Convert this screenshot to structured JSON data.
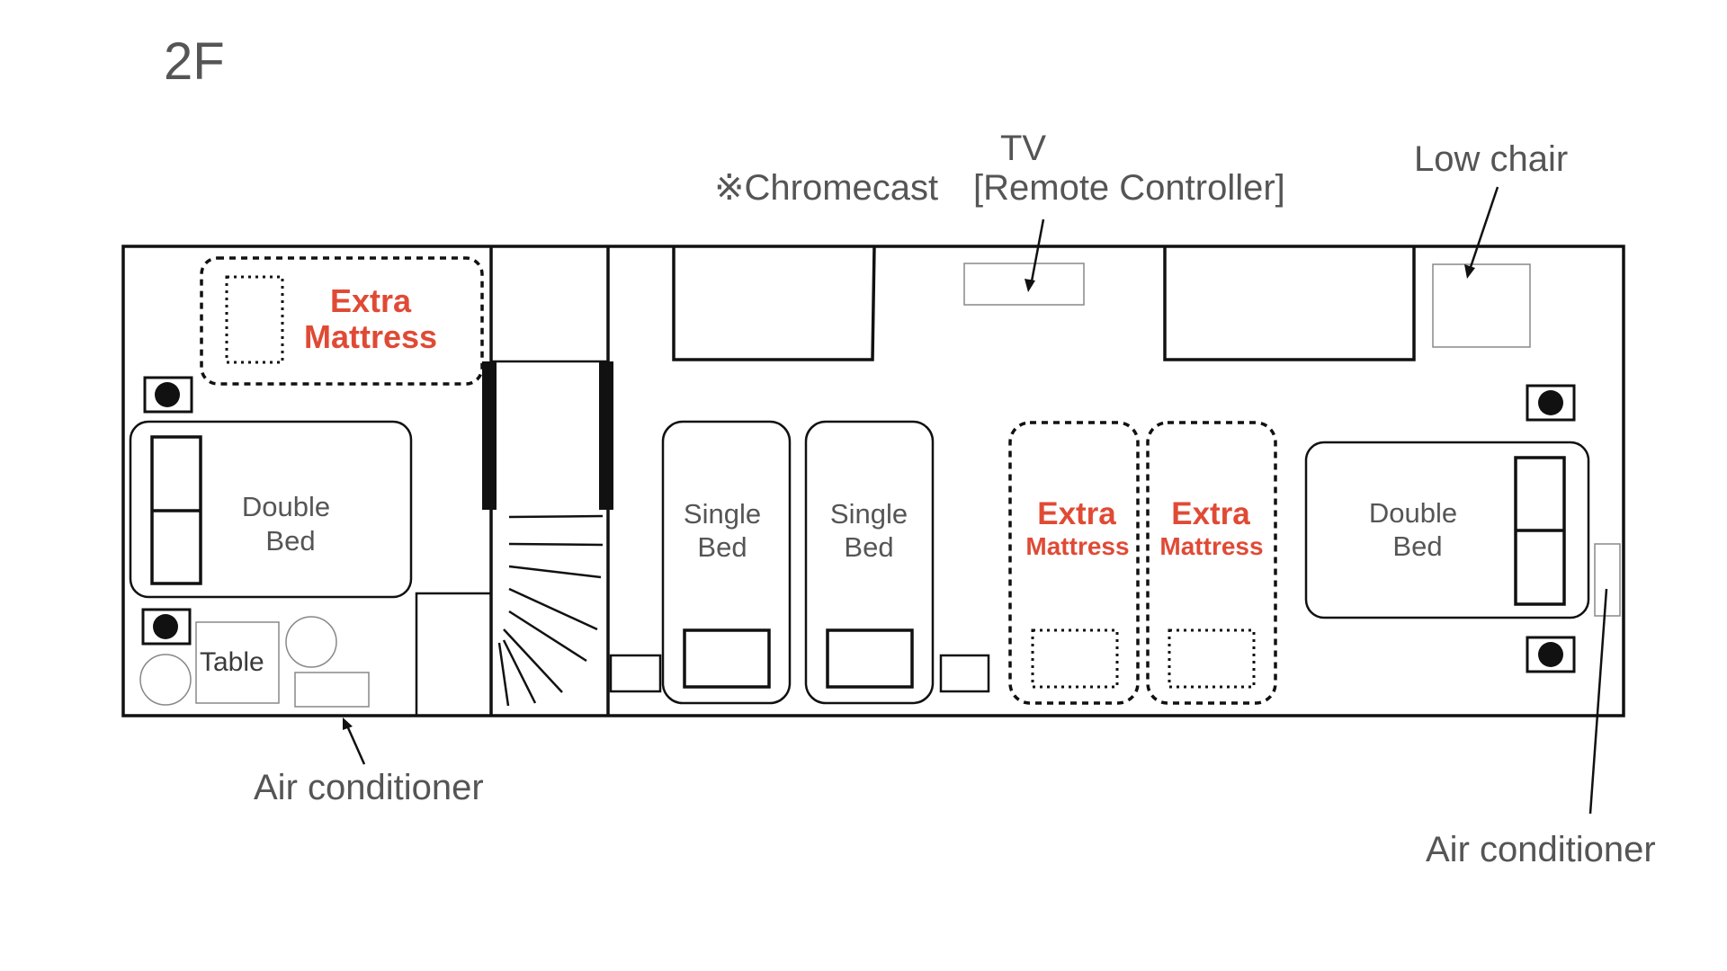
{
  "floor": {
    "title": "2F"
  },
  "callouts": {
    "tv_label": "TV",
    "chromecast": "※Chromecast",
    "remote": "[Remote Controller]",
    "low_chair": "Low chair",
    "air_conditioner_left": "Air conditioner",
    "air_conditioner_right": "Air conditioner"
  },
  "furniture": {
    "double_bed_left": [
      "Double",
      "Bed"
    ],
    "double_bed_right": [
      "Double",
      "Bed"
    ],
    "single_bed_1": [
      "Single",
      "Bed"
    ],
    "single_bed_2": [
      "Single",
      "Bed"
    ],
    "table": "Table"
  },
  "extra_mattress": {
    "top_left": [
      "Extra",
      "Mattress"
    ],
    "middle_1": [
      "Extra",
      "Mattress"
    ],
    "middle_2": [
      "Extra",
      "Mattress"
    ]
  },
  "colors": {
    "accent_red": "#e04a35",
    "text_gray": "#555555",
    "line_black": "#111111"
  }
}
